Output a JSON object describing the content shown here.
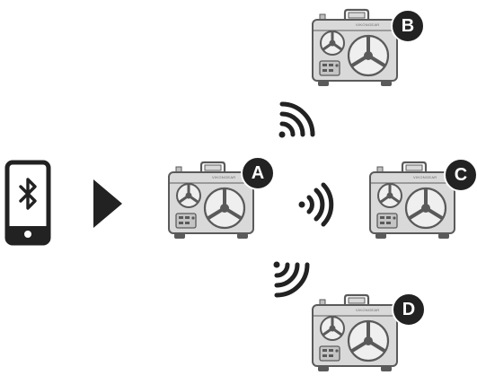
{
  "devices": [
    {
      "id": "a",
      "label": "A",
      "brand": "VIKONGEAR"
    },
    {
      "id": "b",
      "label": "B",
      "brand": "VIKONGEAR"
    },
    {
      "id": "c",
      "label": "C",
      "brand": "VIKONGEAR"
    },
    {
      "id": "d",
      "label": "D",
      "brand": "VIKONGEAR"
    }
  ],
  "icons": {
    "phone": "bluetooth-phone-icon",
    "arrow": "play-arrow-icon",
    "signal": "wireless-signal-icon"
  },
  "colors": {
    "ink": "#222222",
    "device_fill": "#d9d9d9",
    "device_stroke": "#5a5a5a"
  }
}
